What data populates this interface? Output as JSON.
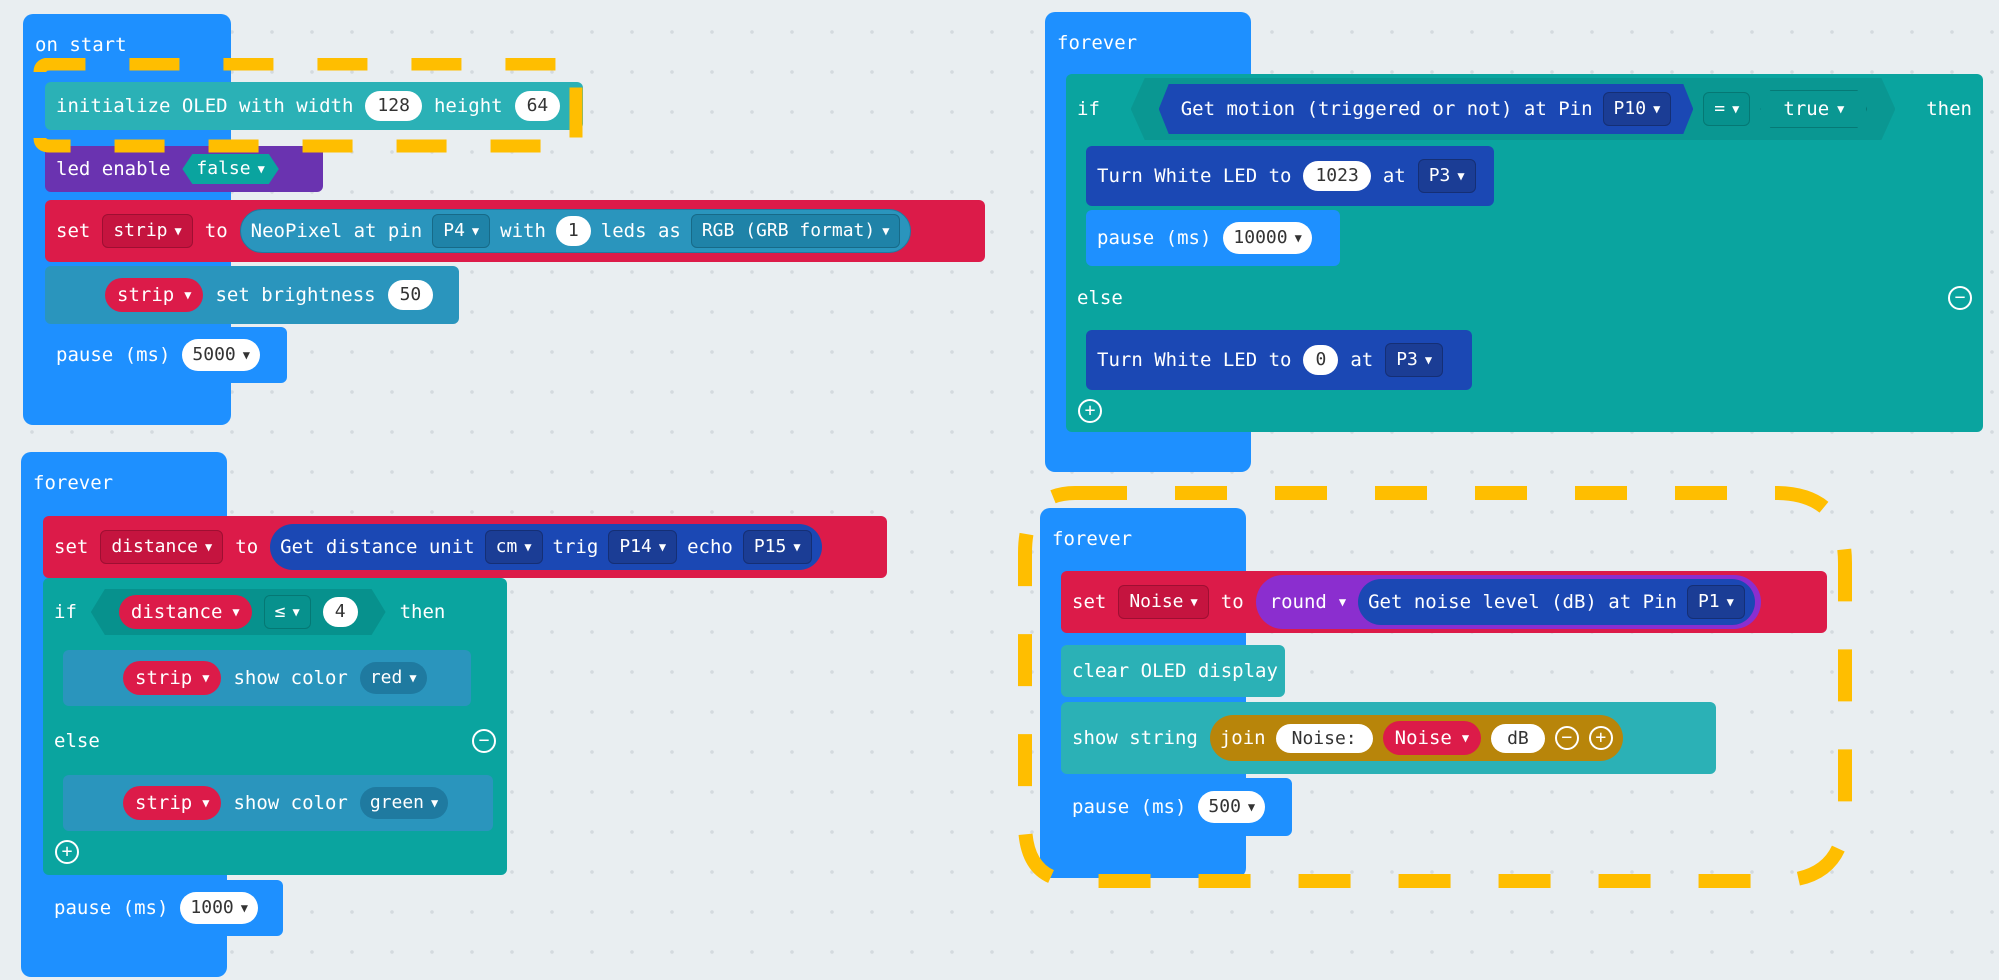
{
  "on_start": {
    "hat": "on start",
    "oled_init": {
      "text": "initialize OLED with width",
      "width": "128",
      "height_label": "height",
      "height": "64"
    },
    "led_enable": {
      "text": "led enable",
      "value": "false"
    },
    "set_strip": {
      "set": "set",
      "var": "strip",
      "to": "to",
      "neo": "NeoPixel at pin",
      "pin": "P4",
      "with": "with",
      "count": "1",
      "leds_as": "leds as",
      "format": "RGB (GRB format)"
    },
    "brightness": {
      "var": "strip",
      "text": "set brightness",
      "value": "50"
    },
    "pause": {
      "text": "pause (ms)",
      "value": "5000"
    }
  },
  "forever_distance": {
    "hat": "forever",
    "set_distance": {
      "set": "set",
      "var": "distance",
      "to": "to",
      "get": "Get distance unit",
      "unit": "cm",
      "trig": "trig",
      "trig_pin": "P14",
      "echo": "echo",
      "echo_pin": "P15"
    },
    "if": {
      "if": "if",
      "var": "distance",
      "op": "≤",
      "value": "4",
      "then": "then"
    },
    "show_red": {
      "var": "strip",
      "text": "show color",
      "color": "red"
    },
    "else": "else",
    "show_green": {
      "var": "strip",
      "text": "show color",
      "color": "green"
    },
    "pause": {
      "text": "pause (ms)",
      "value": "1000"
    }
  },
  "forever_motion": {
    "hat": "forever",
    "if": {
      "if": "if",
      "motion": "Get motion (triggered or not) at Pin",
      "pin": "P10",
      "op": "=",
      "bool": "true",
      "then": "then"
    },
    "led_on": {
      "text": "Turn White LED to",
      "value": "1023",
      "at": "at",
      "pin": "P3"
    },
    "pause": {
      "text": "pause (ms)",
      "value": "10000"
    },
    "else": "else",
    "led_off": {
      "text": "Turn White LED to",
      "value": "0",
      "at": "at",
      "pin": "P3"
    }
  },
  "forever_noise": {
    "hat": "forever",
    "set_noise": {
      "set": "set",
      "var": "Noise",
      "to": "to",
      "round": "round",
      "get": "Get noise level (dB) at Pin",
      "pin": "P1"
    },
    "clear": "clear OLED display",
    "show": {
      "text": "show string",
      "join": "join",
      "s1": "Noise: ",
      "var": "Noise",
      "s2": "dB"
    },
    "pause": {
      "text": "pause (ms)",
      "value": "500"
    }
  },
  "colors": {
    "highlight": "#ffbe00",
    "hat_blue": "#1e90ff",
    "var_red": "#dc1b49",
    "logic_teal": "#0aa49f"
  },
  "icons": [
    "caret-down-icon",
    "minus-circle-icon",
    "plus-circle-icon"
  ]
}
